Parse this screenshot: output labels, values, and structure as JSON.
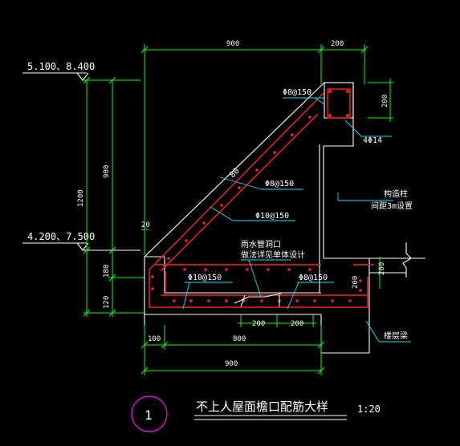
{
  "drawing": {
    "title": "不上人屋面檐口配筋大样",
    "scale": "1:20",
    "detail_number": "1"
  },
  "levels": {
    "top": "5.100、8.400",
    "bottom": "4.200、7.500"
  },
  "dimensions": {
    "top_900": "900",
    "top_200": "200",
    "right_200": "200",
    "left_900": "900",
    "left_1200": "1200",
    "left_180": "180",
    "left_120": "120",
    "small_20": "20",
    "bottom_100": "100",
    "bottom_800": "800",
    "bottom_900": "900",
    "inner_200a": "200",
    "inner_200b": "200",
    "inner_200_vert": "200",
    "right_200_wall": "200"
  },
  "annotations": {
    "rebar_top": "Φ8@150",
    "rebar_4phi14": "4Φ14",
    "rebar_diag1": "Φ8@150",
    "rebar_diag2": "Φ10@150",
    "rebar_bottom_left": "Φ10@150",
    "rebar_bottom_right": "Φ8@150",
    "dim_80": "80",
    "gzz": "构造柱",
    "gzz_spacing": "间距3m设置",
    "drain1": "雨水管洞口",
    "drain2": "做法详见单体设计",
    "ring_beam": "楼层梁"
  }
}
